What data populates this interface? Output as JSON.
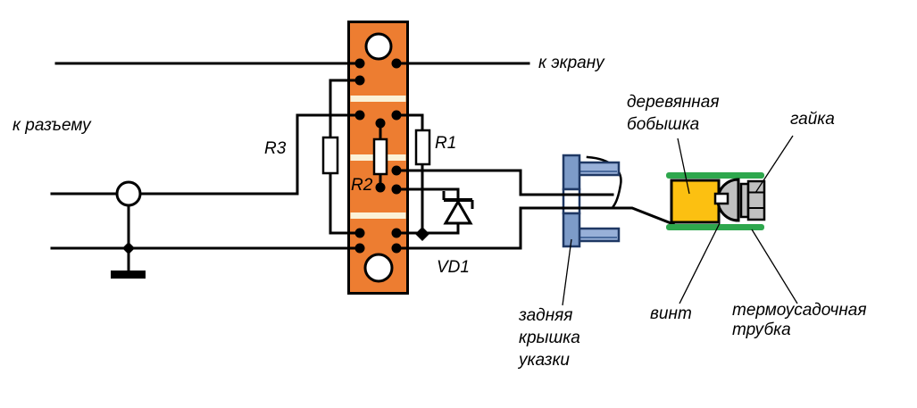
{
  "diagram_type": "laser-pointer wiring schematic with assembly drawing",
  "schematic": {
    "to_screen_label": "к экрану",
    "to_connector_label": "к разъему",
    "r1_label": "R1",
    "r2_label": "R2",
    "r3_label": "R3",
    "vd1_label": "VD1"
  },
  "assembly": {
    "back_cover_label_lines": [
      "задняя",
      "крышка",
      "указки"
    ],
    "wooden_boss_label_lines": [
      "деревянная",
      "бобышка"
    ],
    "nut_label": "гайка",
    "screw_label": "винт",
    "heatshrink_label_lines": [
      "термоусадочная",
      "трубка"
    ]
  },
  "colors": {
    "board_orange": "#ED7D31",
    "board_stripe_cream": "#FBF2D8",
    "back_cover_blue": "#7D9BC8",
    "thread_blue": "#98B0D8",
    "navy_border": "#1F3864",
    "boss_yellow": "#FCC011",
    "heatshrink_green": "#2EA74D",
    "metal_gray": "#C0C0C0",
    "wire_black": "#000000"
  }
}
